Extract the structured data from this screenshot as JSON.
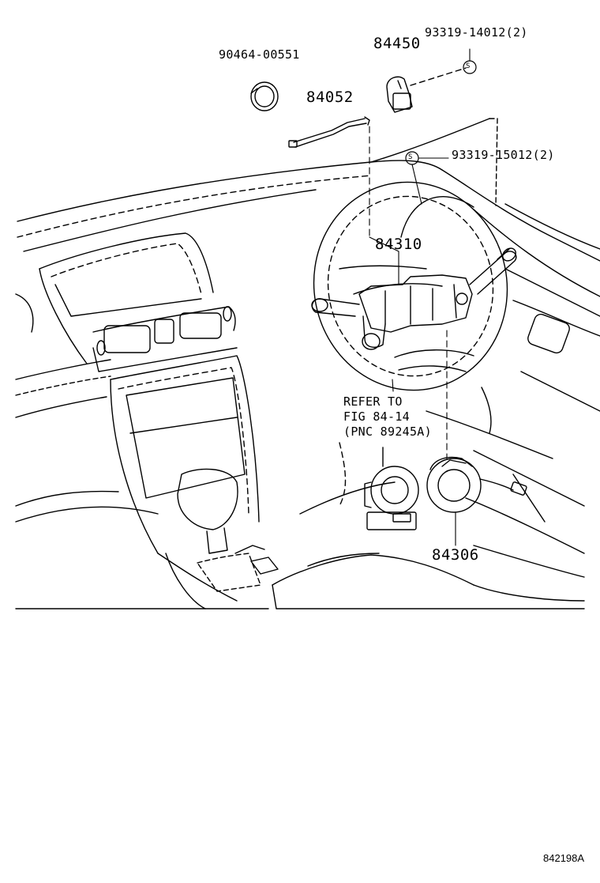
{
  "labels": {
    "pn_90464": "90464-00551",
    "pn_84450": "84450",
    "pn_93319_14012": "93319-14012(2)",
    "pn_84052": "84052",
    "pn_93319_15012": "93319-15012(2)",
    "pn_84310": "84310",
    "pn_84306": "84306",
    "refer_line1": "REFER TO",
    "refer_line2": "FIG 84-14",
    "refer_line3": "(PNC 89245A)",
    "figure_id": "842198A"
  },
  "symbols": {
    "screw_mark": "S"
  },
  "colors": {
    "ink": "#000000",
    "background": "#ffffff"
  }
}
